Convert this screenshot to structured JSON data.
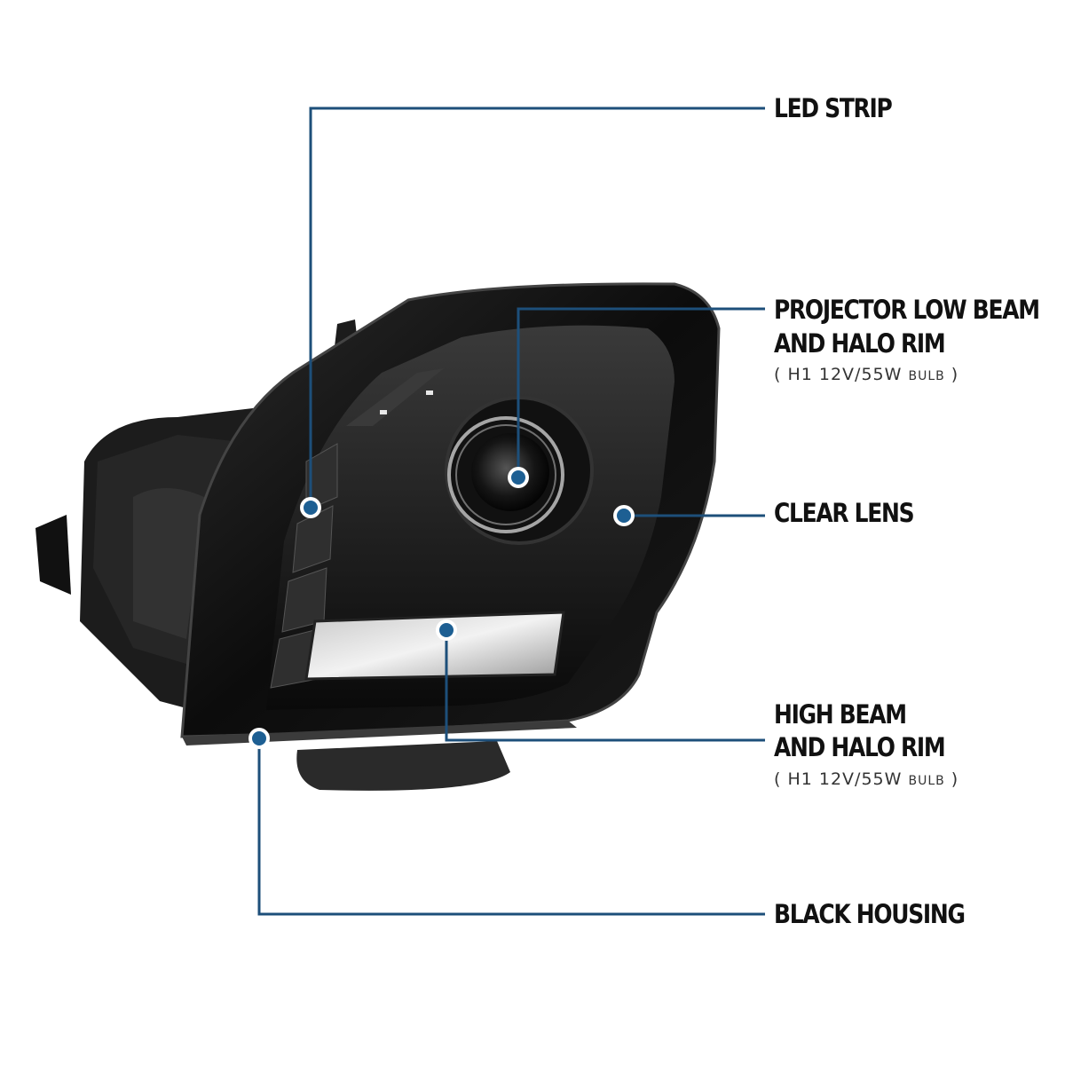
{
  "colors": {
    "callout_line": "#1d4f7a",
    "callout_dot": "#1d5f93",
    "label_text": "#111111"
  },
  "callouts": {
    "led_strip": {
      "label": "LED STRIP"
    },
    "projector": {
      "line1": "PROJECTOR LOW BEAM",
      "line2": "AND HALO RIM",
      "spec_open": "(",
      "spec_main": "H1  12V/55W",
      "spec_bulb": "BULB",
      "spec_close": ")"
    },
    "clear_lens": {
      "label": "CLEAR LENS"
    },
    "high_beam": {
      "line1": "HIGH BEAM",
      "line2": "AND HALO RIM",
      "spec_open": "(",
      "spec_main": "H1  12V/55W",
      "spec_bulb": "BULB",
      "spec_close": ")"
    },
    "black_housing": {
      "label": "BLACK HOUSING"
    }
  },
  "product": {
    "image": "headlight-assembly-illustration"
  }
}
